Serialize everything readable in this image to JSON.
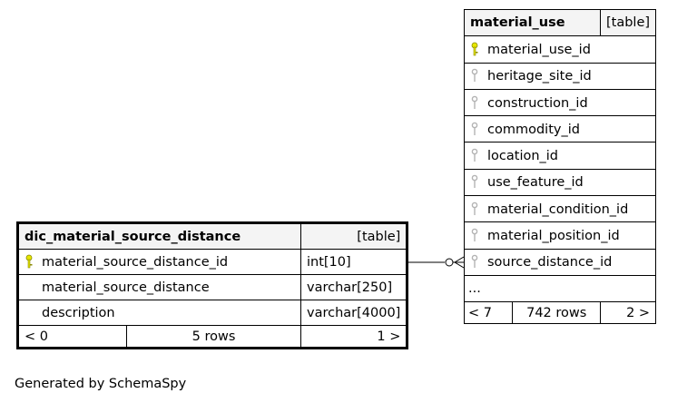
{
  "tables": [
    {
      "name": "dic_material_source_distance",
      "kind": "[table]",
      "columns": [
        {
          "name": "material_source_distance_id",
          "type": "int[10]",
          "key": "primary"
        },
        {
          "name": "material_source_distance",
          "type": "varchar[250]",
          "key": "none"
        },
        {
          "name": "description",
          "type": "varchar[4000]",
          "key": "none"
        }
      ],
      "footer": {
        "parents": "< 0",
        "rows": "5 rows",
        "children": "1 >"
      }
    },
    {
      "name": "material_use",
      "kind": "[table]",
      "columns": [
        {
          "name": "material_use_id",
          "key": "primary"
        },
        {
          "name": "heritage_site_id",
          "key": "foreign"
        },
        {
          "name": "construction_id",
          "key": "foreign"
        },
        {
          "name": "commodity_id",
          "key": "foreign"
        },
        {
          "name": "location_id",
          "key": "foreign"
        },
        {
          "name": "use_feature_id",
          "key": "foreign"
        },
        {
          "name": "material_condition_id",
          "key": "foreign"
        },
        {
          "name": "material_position_id",
          "key": "foreign"
        },
        {
          "name": "source_distance_id",
          "key": "foreign"
        }
      ],
      "more": "...",
      "footer": {
        "parents": "< 7",
        "rows": "742 rows",
        "children": "2 >"
      }
    }
  ],
  "generated_by": "Generated by SchemaSpy",
  "colors": {
    "primary_key": "#e6e600",
    "foreign_key": "#b3b3b3",
    "header_bg": "#f4f4f4"
  },
  "icons": {
    "primary_key": "key-icon",
    "foreign_key": "key-icon"
  }
}
